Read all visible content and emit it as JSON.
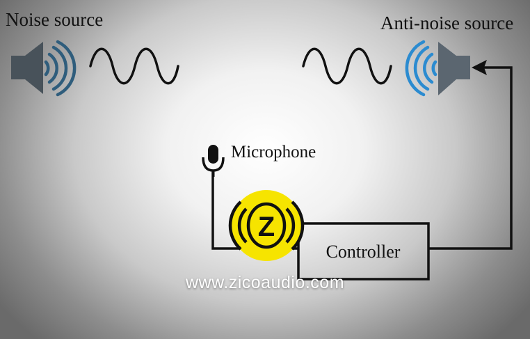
{
  "diagram": {
    "noise_source_label": "Noise source",
    "anti_noise_source_label": "Anti-noise source",
    "microphone_label": "Microphone",
    "controller_label": "Controller"
  },
  "logo": {
    "glyph": "Z",
    "watermark_text": "www.zicoaudio.com"
  },
  "colors": {
    "noise_speaker": "#48525a",
    "noise_waves": "#2f5d7c",
    "anti_speaker": "#5b6670",
    "anti_waves": "#2b8bd0",
    "logo_yellow": "#f6e400",
    "line": "#111111"
  }
}
